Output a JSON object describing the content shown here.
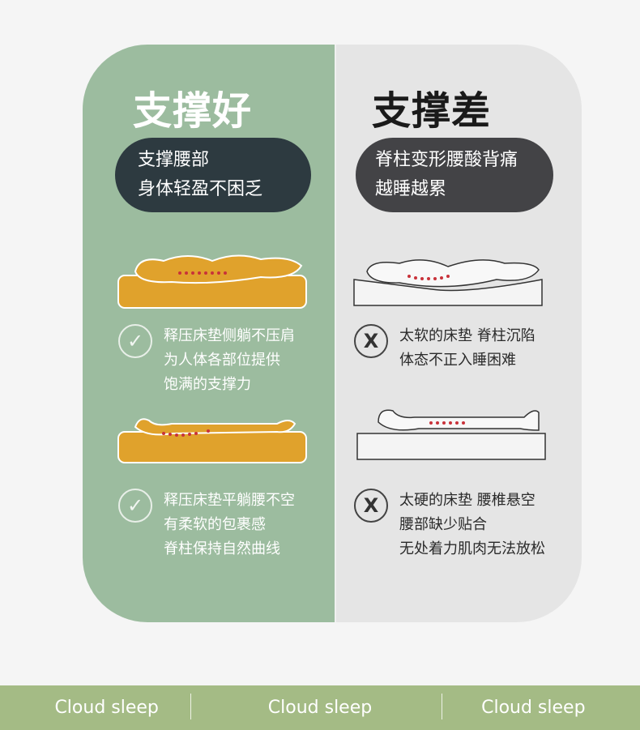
{
  "good": {
    "title": "支撑好",
    "pill": [
      "支撑腰部",
      "身体轻盈不困乏"
    ],
    "points": [
      {
        "lines": [
          "释压床垫侧躺不压肩",
          "为人体各部位提供",
          "饱满的支撑力"
        ],
        "icon": "check-icon"
      },
      {
        "lines": [
          "释压床垫平躺腰不空",
          "有柔软的包裹感",
          "脊柱保持自然曲线"
        ],
        "icon": "check-icon"
      }
    ]
  },
  "bad": {
    "title": "支撑差",
    "pill": [
      "脊柱变形腰酸背痛",
      "越睡越累"
    ],
    "points": [
      {
        "lines": [
          "太软的床垫 脊柱沉陷",
          "体态不正入睡困难"
        ],
        "icon": "x-icon"
      },
      {
        "lines": [
          "太硬的床垫 腰椎悬空",
          "腰部缺少贴合",
          "无处着力肌肉无法放松"
        ],
        "icon": "x-icon"
      }
    ]
  },
  "footer": [
    "Cloud sleep",
    "Cloud sleep",
    "Cloud sleep"
  ],
  "colors": {
    "green": "#9cbc9f",
    "gray": "#e5e5e5",
    "mattress": "#e0a22c",
    "footer": "#a4bb85"
  }
}
